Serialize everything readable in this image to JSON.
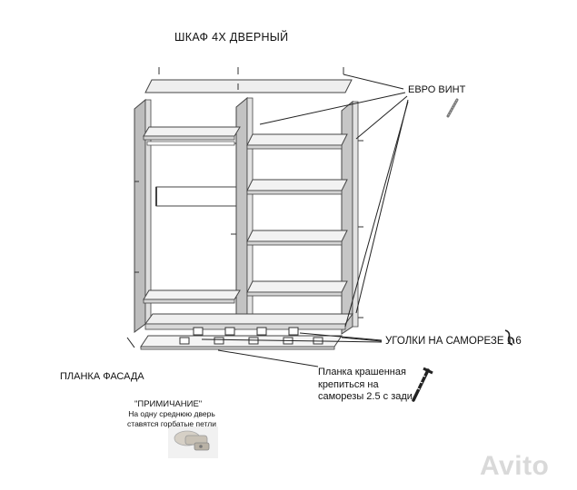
{
  "title": "ШКАФ 4Х ДВЕРНЫЙ",
  "labels": {
    "euro_screw": "ЕВРО ВИНТ",
    "corners": "УГОЛКИ НА САМОРЕЗЕ 1.6",
    "facade_strip": "ПЛАНКА ФАСАДА",
    "painted_strip_line1": "Планка крашенная",
    "painted_strip_line2": "крепиться на",
    "painted_strip_line3": "саморезы 2.5 с зади"
  },
  "note": {
    "title": "\"ПРИМИЧАНИЕ\"",
    "body": "На одну среднюю дверь ставятся горбатые петли"
  },
  "watermark": "Avito",
  "colors": {
    "panel_fill": "#d9d9d9",
    "panel_stroke": "#555555",
    "line": "#333333"
  },
  "icons": [
    "euro-screw-icon",
    "corner-bracket-icon",
    "self-tapping-screw-icon",
    "hinge-photo-icon",
    "avito-logo-icon"
  ]
}
